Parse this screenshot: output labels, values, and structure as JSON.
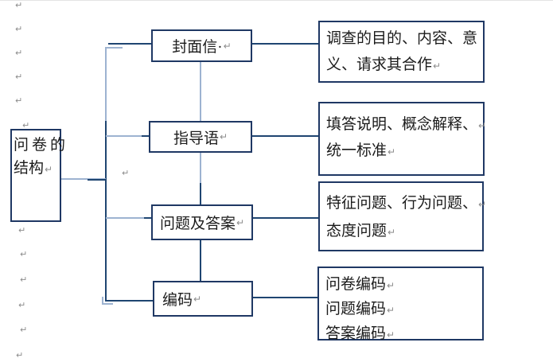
{
  "chars": {
    "pilcrow": "↵"
  },
  "colors": {
    "box_border": "#1F3864",
    "connector_navy": "#1F4571",
    "connector_light": "#9DB3D1",
    "text": "#1B1B1B",
    "pilcrow_gray": "#8C8C8C",
    "background": "#FFFFFF"
  },
  "diagram": {
    "type": "flowchart",
    "root_box": {
      "line1": "问卷的",
      "line2": "结构",
      "pil": "↵"
    },
    "middle_boxes": [
      {
        "label": "封面信·",
        "pil": "↵"
      },
      {
        "label": "指导语",
        "pil": "↵"
      },
      {
        "label": "问题及答案",
        "pil": "↵"
      },
      {
        "label": "编码",
        "pil": "↵"
      }
    ],
    "right_boxes": [
      {
        "lines": [
          {
            "text": "调查的目的、内容、意",
            "pil": ""
          },
          {
            "text": "义、请求其合作",
            "pil": "↵"
          }
        ]
      },
      {
        "lines": [
          {
            "text": "填答说明、概念解释、",
            "pil": "↵"
          },
          {
            "text": "统一标准",
            "pil": "↵"
          }
        ]
      },
      {
        "lines": [
          {
            "text": "特征问题、行为问题、",
            "pil": "↵"
          },
          {
            "text": "态度问题",
            "pil": "↵"
          }
        ]
      },
      {
        "lines": [
          {
            "text": "问卷编码",
            "pil": "↵"
          },
          {
            "text": "问题编码",
            "pil": "↵"
          },
          {
            "text": "答案编码",
            "pil": "↵"
          }
        ]
      }
    ]
  }
}
